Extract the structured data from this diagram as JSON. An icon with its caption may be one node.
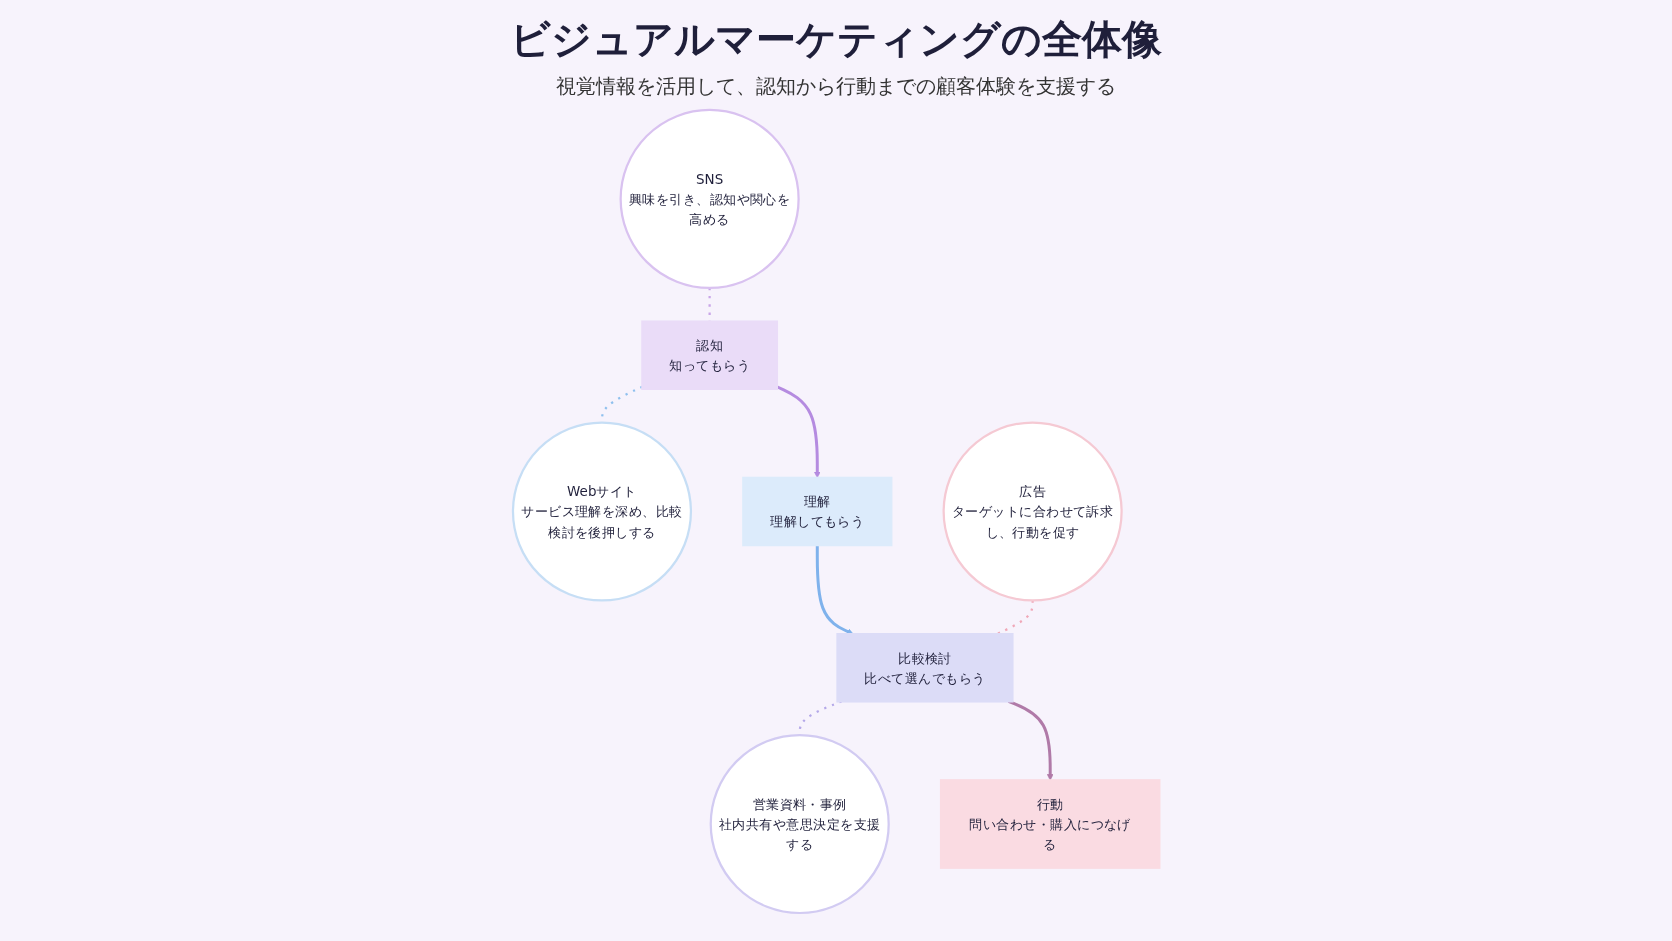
{
  "diagram": {
    "title": "ビジュアルマーケティングの全体像",
    "nodes": [
      {
        "text": [
          "SNS",
          "興味を引き、認知や関心を高める"
        ]
      },
      {
        "text": [
          "認知",
          "知ってもらう"
        ]
      },
      {
        "text": [
          "Webサイト",
          "サービス理解を深め、比較検討を後押しする"
        ]
      },
      {
        "text": [
          "理解",
          "理解してもらう"
        ]
      },
      {
        "text": [
          "広告",
          "ターゲットに合わせて訴求し、行動を促す"
        ]
      },
      {
        "text": [
          "比較検討",
          "比べて選んでもらう"
        ]
      },
      {
        "text": [
          "営業資料・事例",
          "社内共有や意思決定を支援する"
        ]
      },
      {
        "text": [
          "行動",
          "問い合わせ・購入につなげる"
        ]
      }
    ],
    "edges": [
      {
        "from": 0,
        "to": 1,
        "arrow": "none",
        "style": "dashed",
        "color": "#c9a6e8"
      },
      {
        "from": 1,
        "to": 2,
        "arrow": "none",
        "style": "dashed",
        "color": "#8fc0ee"
      },
      {
        "from": 1,
        "to": 3,
        "arrow": "to",
        "color": "#b58be0"
      },
      {
        "from": 3,
        "to": 5,
        "arrow": "to",
        "color": "#7fb2ec"
      },
      {
        "from": 4,
        "to": 5,
        "arrow": "none",
        "style": "dashed",
        "color": "#f0a8b8"
      },
      {
        "from": 5,
        "to": 6,
        "arrow": "none",
        "style": "dashed",
        "color": "#b4a8e8"
      },
      {
        "from": 5,
        "to": 7,
        "arrow": "to",
        "color": "#b07aa8"
      }
    ],
    "labels": [
      "視覚情報を活用して、認知から行動までの顧客体験を支援する"
    ]
  }
}
